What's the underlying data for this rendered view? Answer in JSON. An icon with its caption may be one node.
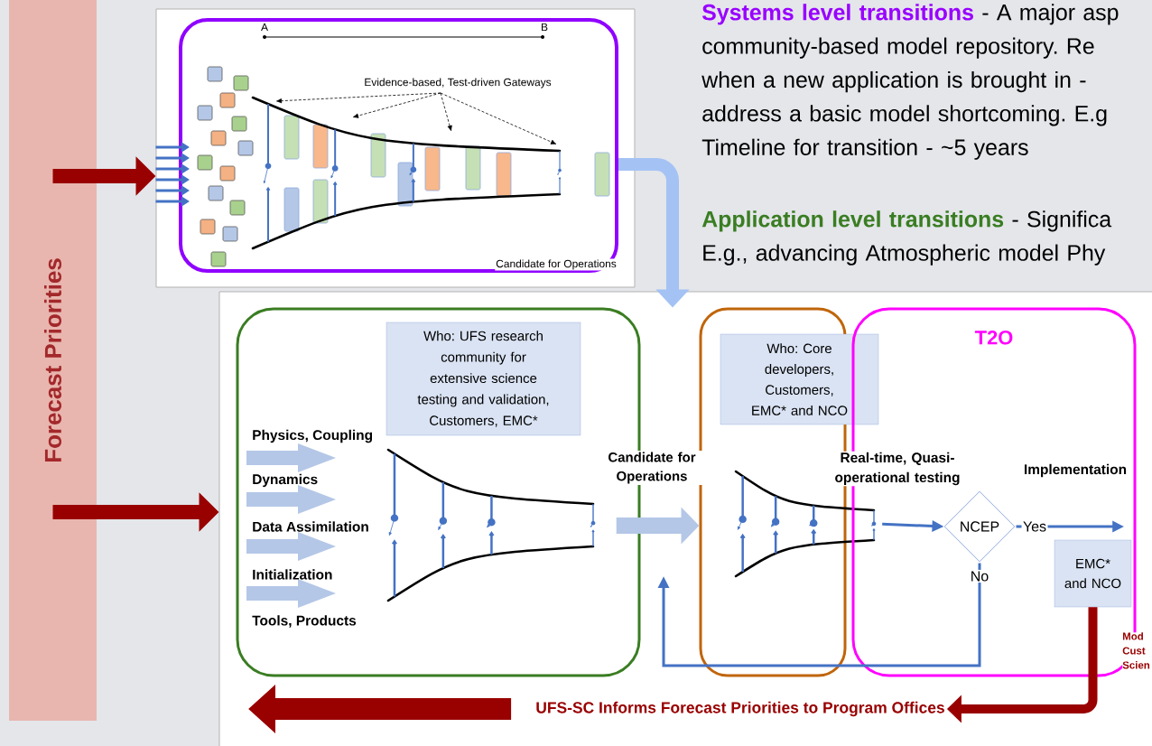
{
  "diagram": {
    "nodes": [
      {
        "text": [
          "Forecast Priorities"
        ]
      },
      {
        "text": [],
        "shape": "box"
      },
      {
        "text": [],
        "shape": "box",
        "in": 1
      },
      {
        "text": [],
        "shape": "box"
      },
      {
        "text": [],
        "shape": "box",
        "in": 3
      },
      {
        "text": [
          "Who: UFS research community for extensive science testing and validation, Customers, EMC*"
        ],
        "in": 4
      },
      {
        "text": [],
        "shape": "funnel",
        "in": 4
      },
      {
        "text": [],
        "shape": "box",
        "in": 3
      },
      {
        "text": [
          "Who: Core developers, Customers, EMC* and NCO"
        ],
        "in": 3
      },
      {
        "text": [],
        "shape": "funnel",
        "in": 3
      },
      {
        "text": [
          "T2O"
        ],
        "in": 3
      },
      {
        "text": [
          "NCEP"
        ],
        "in": 10
      },
      {
        "text": [
          "EMC* and NCO"
        ],
        "in": 10
      },
      {
        "text": [
          "UFS-SC Informs Forecast Priorities to Program Offices"
        ],
        "in": 3
      }
    ],
    "edges": [
      {
        "from": 0,
        "to": 1,
        "arrow": "to",
        "style": "thick",
        "color": "#990000"
      },
      {
        "from": 0,
        "to": 3,
        "arrow": "to",
        "style": "thick",
        "color": "#990000"
      },
      {
        "from": 2,
        "to": 7,
        "arrow": "to",
        "style": "thick",
        "color": "#a4c2f4"
      },
      {
        "from": 6,
        "to": 7,
        "arrow": "to",
        "style": "thick",
        "color": "#b4c7e7",
        "label": "Candidate for Operations"
      },
      {
        "from": 9,
        "to": 11,
        "arrow": "to",
        "color": "#4472c4"
      },
      {
        "from": 11,
        "to": 12,
        "arrow": "to",
        "color": "#4472c4",
        "label": "Yes"
      },
      {
        "from": 11,
        "to": null,
        "arrow": "to",
        "color": "#4472c4",
        "label": "No"
      },
      {
        "from": 12,
        "to": 13,
        "arrow": "to",
        "style": "thick",
        "color": "#990000"
      },
      {
        "from": 13,
        "to": null,
        "arrow": "to",
        "style": "thick",
        "color": "#990000"
      },
      {
        "from": 1,
        "to": 2,
        "arrow": "to",
        "color": "#4472c4"
      },
      {
        "from": 1,
        "to": 2,
        "arrow": "to",
        "color": "#4472c4"
      },
      {
        "from": 1,
        "to": 2,
        "arrow": "to",
        "color": "#4472c4"
      },
      {
        "from": 1,
        "to": 2,
        "arrow": "to",
        "color": "#4472c4"
      },
      {
        "from": 1,
        "to": 2,
        "arrow": "to",
        "color": "#4472c4"
      },
      {
        "from": 1,
        "to": 2,
        "arrow": "to",
        "color": "#4472c4"
      }
    ],
    "labels": [
      "Systems level transitions",
      "- A major asp community-based model repository. Re when a new application is brought in - address a basic model shortcoming. E.g Timeline for transition - ~5 years",
      "Application level transitions",
      "- Significa E.g., advancing Atmospheric model Phy",
      "A",
      "B",
      "Evidence-based, Test-driven Gateways",
      "Candidate for Operations",
      "Physics, Coupling",
      "Dynamics",
      "Data Assimilation",
      "Initialization",
      "Tools, Products",
      "Real-time, Quasi-operational testing",
      "Implementation",
      "Mod Cust Scien"
    ]
  }
}
